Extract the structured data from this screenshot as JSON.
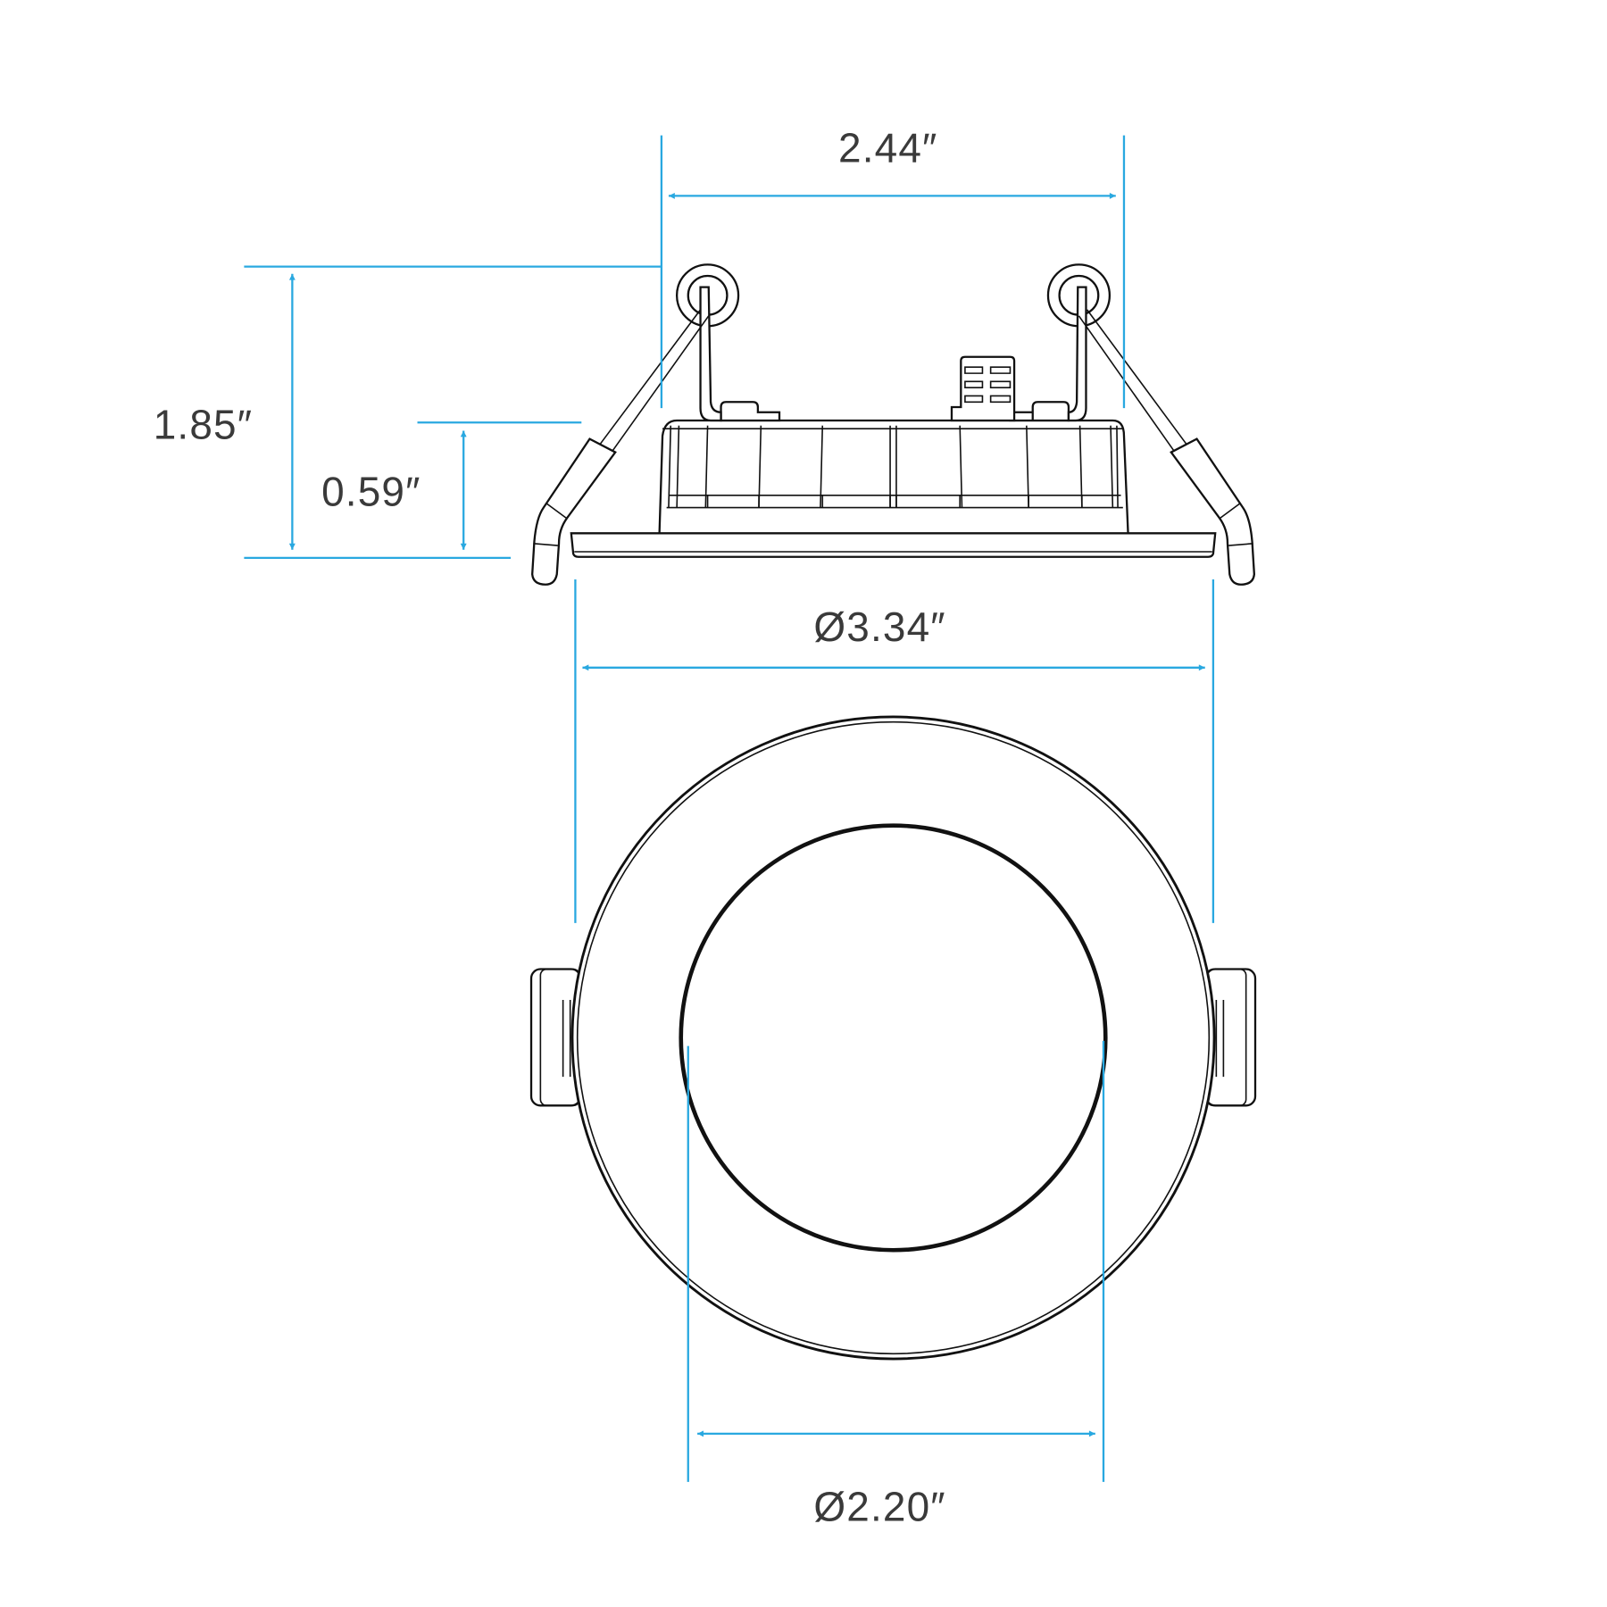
{
  "title": "Recessed downlight dimension drawing",
  "dimensions": {
    "width_top": "2.44″",
    "height_total": "1.85″",
    "height_flange": "0.59″",
    "diameter_outer": "Ø3.34″",
    "diameter_inner": "Ø2.20″"
  },
  "colors": {
    "dimension_line": "#29a8e0",
    "outline": "#111111",
    "text": "#3a3a3a"
  }
}
